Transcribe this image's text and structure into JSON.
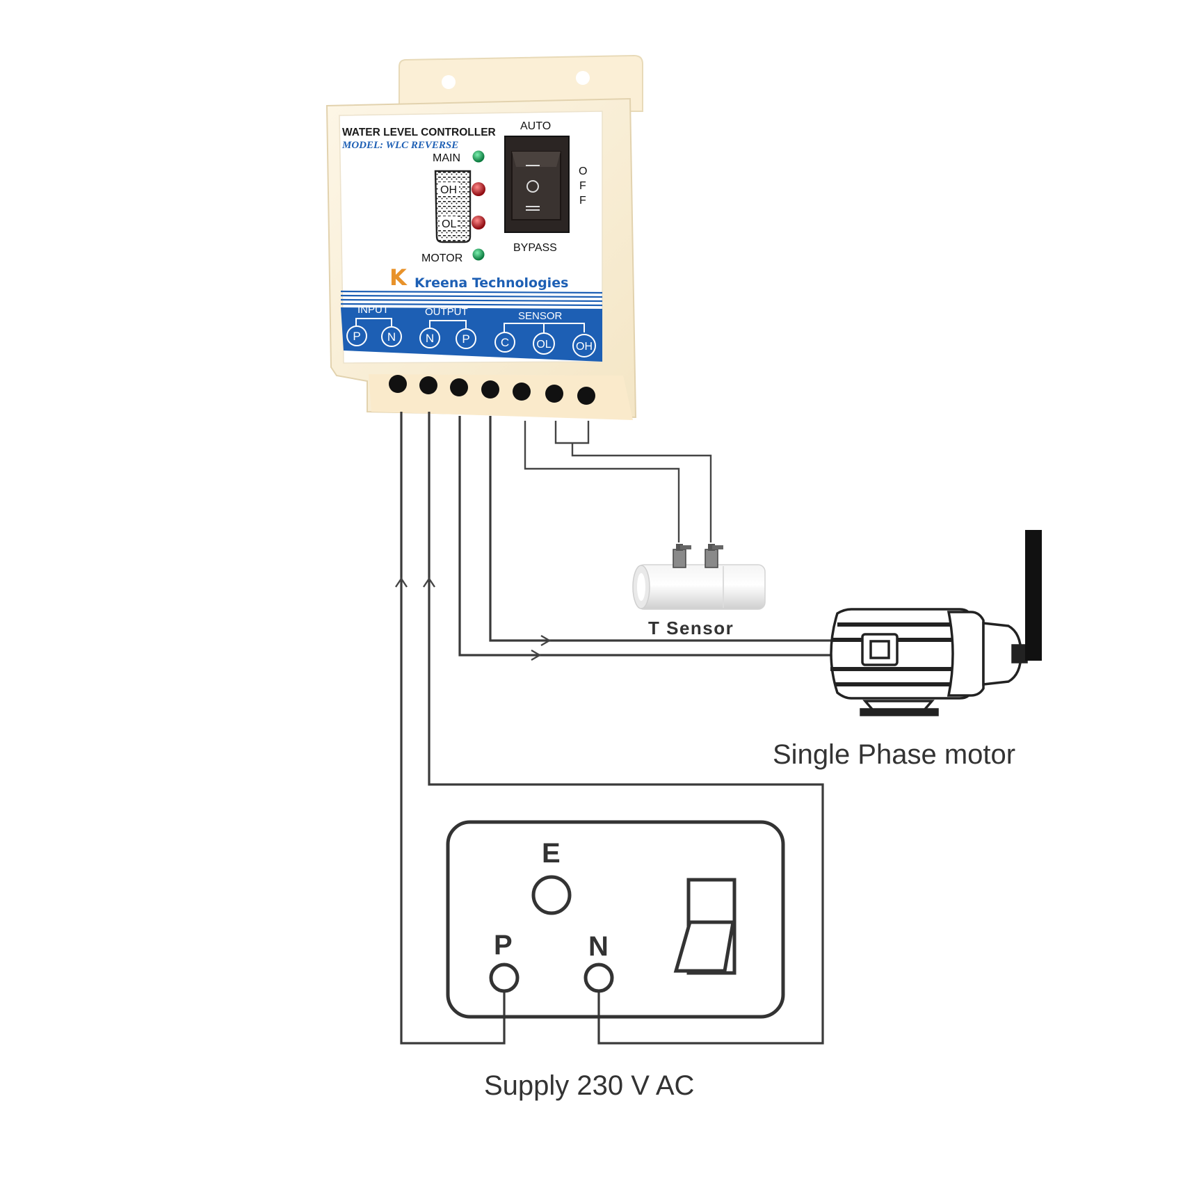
{
  "controller": {
    "title": "WATER LEVEL CONTROLLER",
    "model": "MODEL: WLC REVERSE",
    "label_main": "MAIN",
    "label_oh": "OH",
    "label_ol": "OL",
    "label_motor": "MOTOR",
    "switch_auto": "AUTO",
    "switch_off": [
      "O",
      "F",
      "F"
    ],
    "switch_bypass": "BYPASS",
    "brand_logo": "K",
    "brand": "Kreena Technologies",
    "groups": {
      "input": "INPUT",
      "output": "OUTPUT",
      "sensor": "SENSOR"
    },
    "terminals": [
      "P",
      "N",
      "N",
      "P",
      "C",
      "OL",
      "OH"
    ],
    "colors": {
      "housing": "#fbf1dc",
      "blue_band": "#1d5fb4",
      "led_green": "#1d9b57",
      "led_red": "#b3131b"
    }
  },
  "sensor_label": "T Sensor",
  "motor_label": "Single Phase motor",
  "socket": {
    "label_e": "E",
    "label_p": "P",
    "label_n": "N"
  },
  "supply_label": "Supply 230 V AC",
  "icons": [
    "rocker-switch-icon",
    "motor-icon",
    "t-sensor-icon",
    "socket-switch-icon"
  ]
}
